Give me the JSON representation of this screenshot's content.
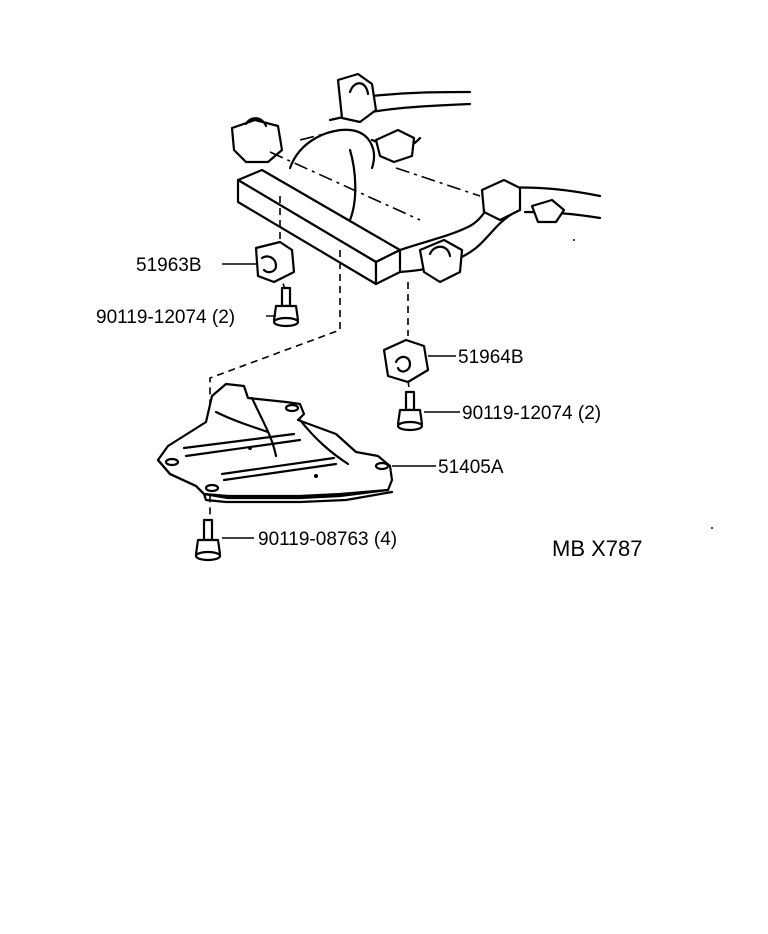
{
  "callouts": {
    "bracket_left": "51963B",
    "bolt_left": "90119-12074 (2)",
    "bracket_right": "51964B",
    "bolt_right": "90119-12074 (2)",
    "cover": "51405A",
    "bolt_cover": "90119-08763 (4)"
  },
  "reference_code": "MB X787"
}
